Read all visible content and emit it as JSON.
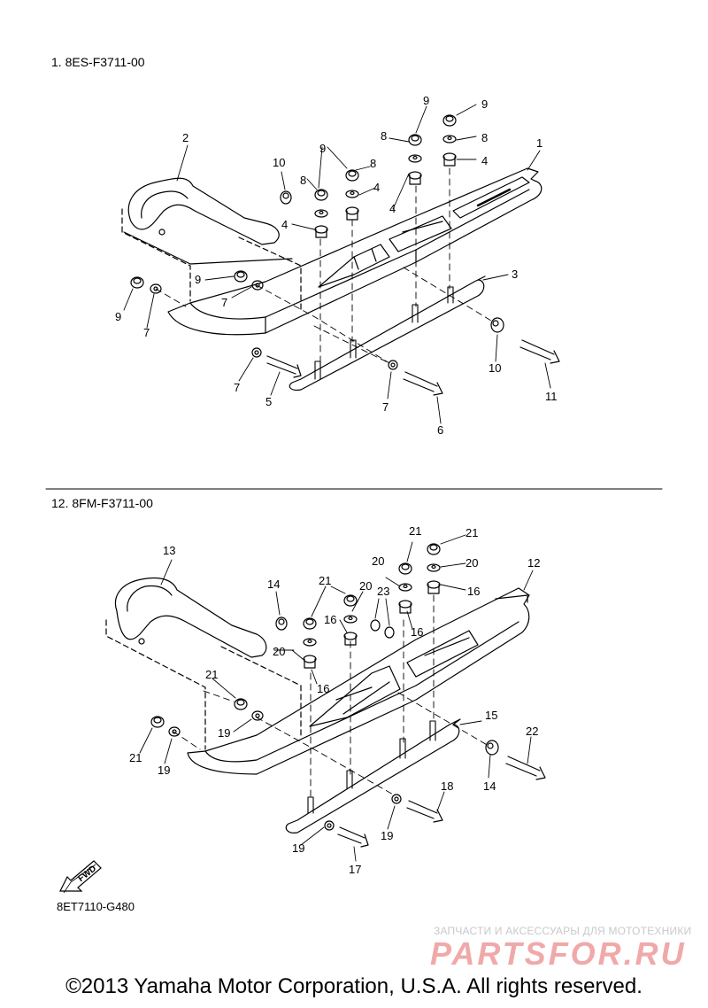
{
  "sections": [
    {
      "title": "1. 8ES-F3711-00"
    },
    {
      "title": "12. 8FM-F3711-00"
    }
  ],
  "callouts_top": [
    {
      "id": "t1",
      "text": "1"
    },
    {
      "id": "t2",
      "text": "2"
    },
    {
      "id": "t3",
      "text": "3"
    },
    {
      "id": "t4a",
      "text": "4"
    },
    {
      "id": "t4b",
      "text": "4"
    },
    {
      "id": "t4c",
      "text": "4"
    },
    {
      "id": "t4d",
      "text": "4"
    },
    {
      "id": "t5",
      "text": "5"
    },
    {
      "id": "t6",
      "text": "6"
    },
    {
      "id": "t7a",
      "text": "7"
    },
    {
      "id": "t7b",
      "text": "7"
    },
    {
      "id": "t7c",
      "text": "7"
    },
    {
      "id": "t7d",
      "text": "7"
    },
    {
      "id": "t8a",
      "text": "8"
    },
    {
      "id": "t8b",
      "text": "8"
    },
    {
      "id": "t8c",
      "text": "8"
    },
    {
      "id": "t8d",
      "text": "8"
    },
    {
      "id": "t9a",
      "text": "9"
    },
    {
      "id": "t9b",
      "text": "9"
    },
    {
      "id": "t9c",
      "text": "9"
    },
    {
      "id": "t9d",
      "text": "9"
    },
    {
      "id": "t9e",
      "text": "9"
    },
    {
      "id": "t10a",
      "text": "10"
    },
    {
      "id": "t10b",
      "text": "10"
    },
    {
      "id": "t11",
      "text": "11"
    }
  ],
  "callouts_bottom": [
    {
      "id": "b12",
      "text": "12"
    },
    {
      "id": "b13",
      "text": "13"
    },
    {
      "id": "b14a",
      "text": "14"
    },
    {
      "id": "b14b",
      "text": "14"
    },
    {
      "id": "b15",
      "text": "15"
    },
    {
      "id": "b16a",
      "text": "16"
    },
    {
      "id": "b16b",
      "text": "16"
    },
    {
      "id": "b16c",
      "text": "16"
    },
    {
      "id": "b16d",
      "text": "16"
    },
    {
      "id": "b17",
      "text": "17"
    },
    {
      "id": "b18",
      "text": "18"
    },
    {
      "id": "b19a",
      "text": "19"
    },
    {
      "id": "b19b",
      "text": "19"
    },
    {
      "id": "b19c",
      "text": "19"
    },
    {
      "id": "b19d",
      "text": "19"
    },
    {
      "id": "b20a",
      "text": "20"
    },
    {
      "id": "b20b",
      "text": "20"
    },
    {
      "id": "b20c",
      "text": "20"
    },
    {
      "id": "b20d",
      "text": "20"
    },
    {
      "id": "b21a",
      "text": "21"
    },
    {
      "id": "b21b",
      "text": "21"
    },
    {
      "id": "b21c",
      "text": "21"
    },
    {
      "id": "b21d",
      "text": "21"
    },
    {
      "id": "b21e",
      "text": "21"
    },
    {
      "id": "b22",
      "text": "22"
    },
    {
      "id": "b23",
      "text": "23"
    }
  ],
  "fwd_label": "FWD",
  "drawing_code": "8ET7110-G480",
  "watermark": {
    "subtitle": "ЗАПЧАСТИ И АКСЕССУАРЫ ДЛЯ МОТОТЕХНИКИ",
    "logo": "PARTSFOR.RU"
  },
  "copyright": "©2013 Yamaha Motor Corporation, U.S.A. All rights reserved."
}
